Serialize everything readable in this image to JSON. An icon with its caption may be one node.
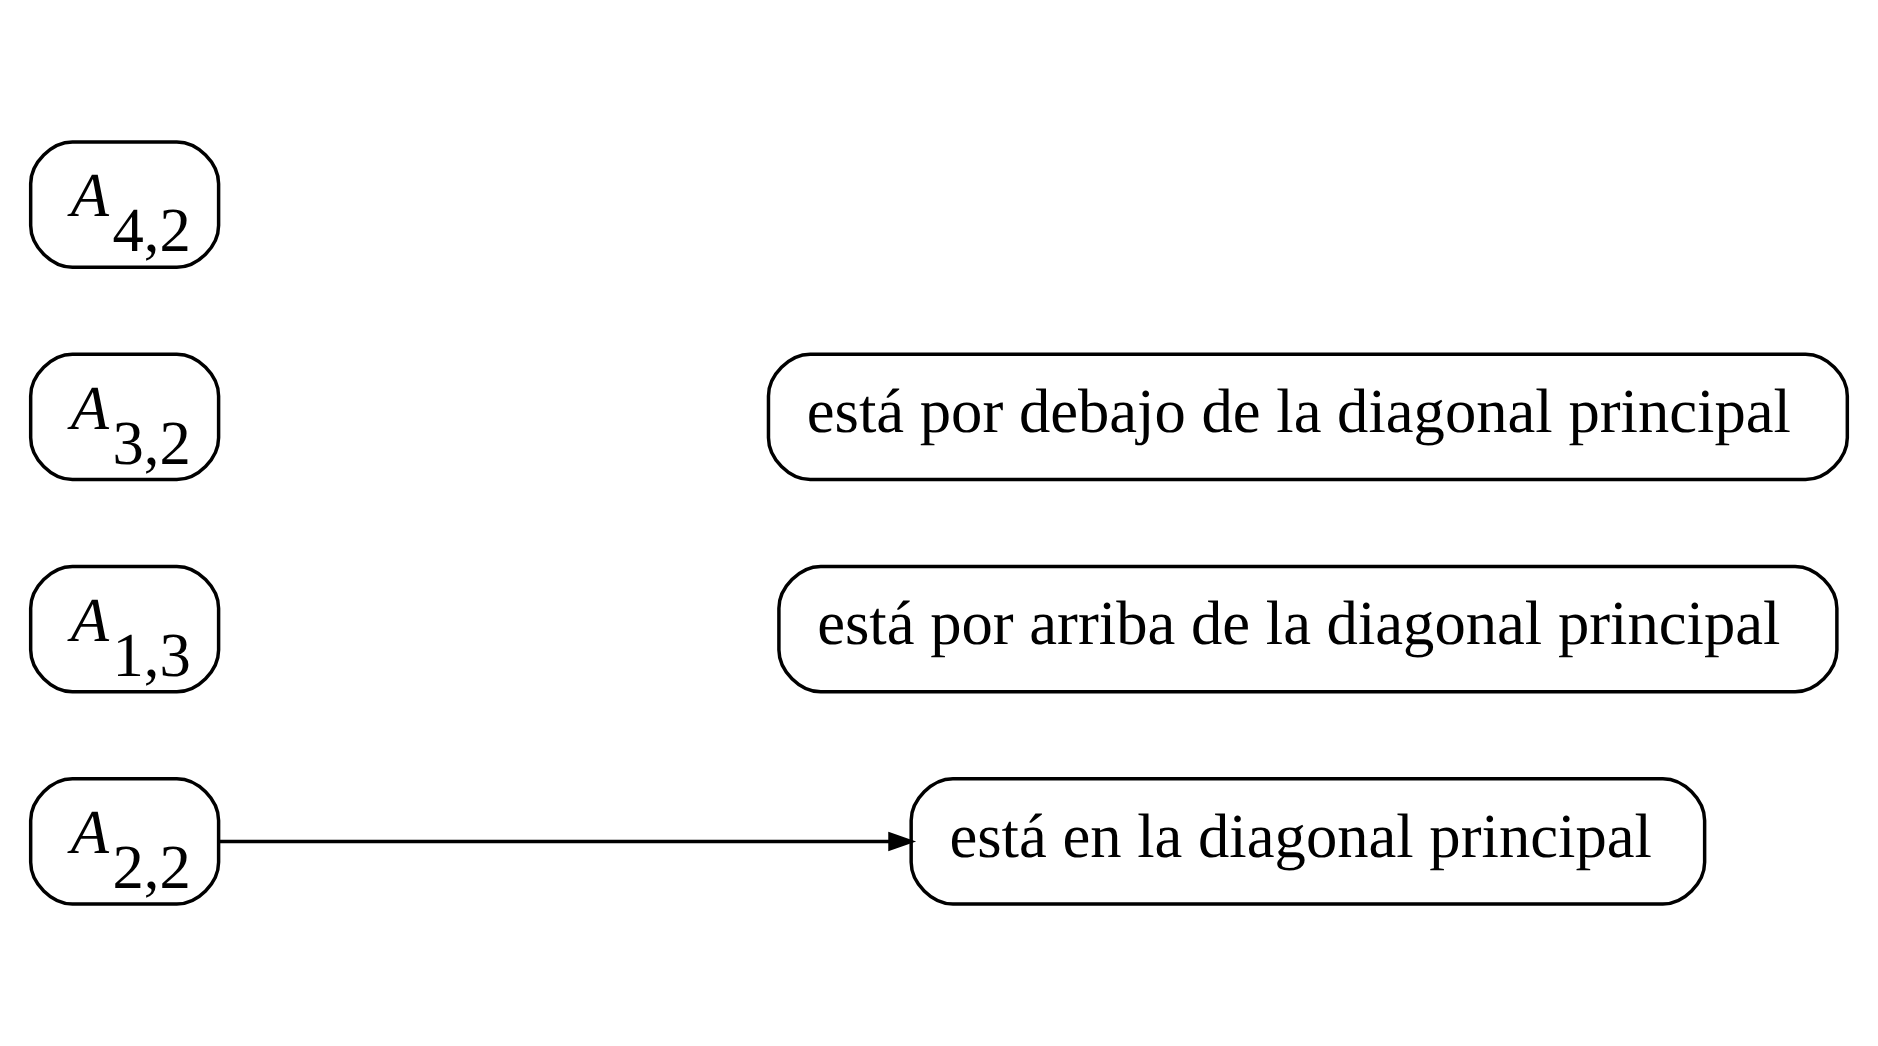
{
  "diagram": {
    "nodes": [
      {
        "text": [
          "*A*$_{2,2}$"
        ]
      },
      {
        "text": [
          "está por arriba de la diagonal principal"
        ]
      },
      {
        "text": [
          "*A*$_{1,3}$"
        ]
      },
      {
        "text": [
          "está en la diagonal principal"
        ]
      },
      {
        "text": [
          "*A*$_{3,2}$"
        ]
      },
      {
        "text": [
          "está por debajo de la diagonal principal"
        ]
      },
      {
        "text": [
          "*A*$_{4,2}$"
        ]
      }
    ],
    "edges": [
      {
        "from": 0,
        "to": 3,
        "arrow": "to"
      }
    ]
  }
}
